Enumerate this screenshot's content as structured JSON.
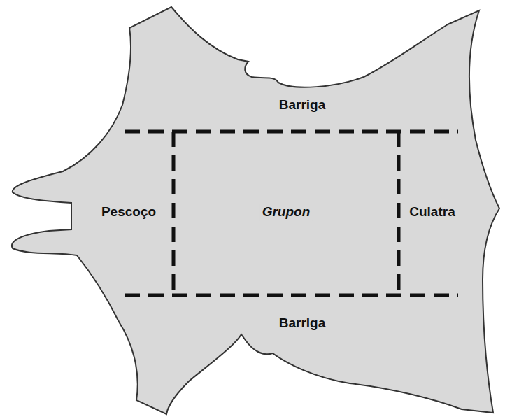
{
  "diagram": {
    "labels": [
      "Barriga",
      "Pescoço",
      "Grupon",
      "Culatra",
      "Barriga"
    ]
  }
}
